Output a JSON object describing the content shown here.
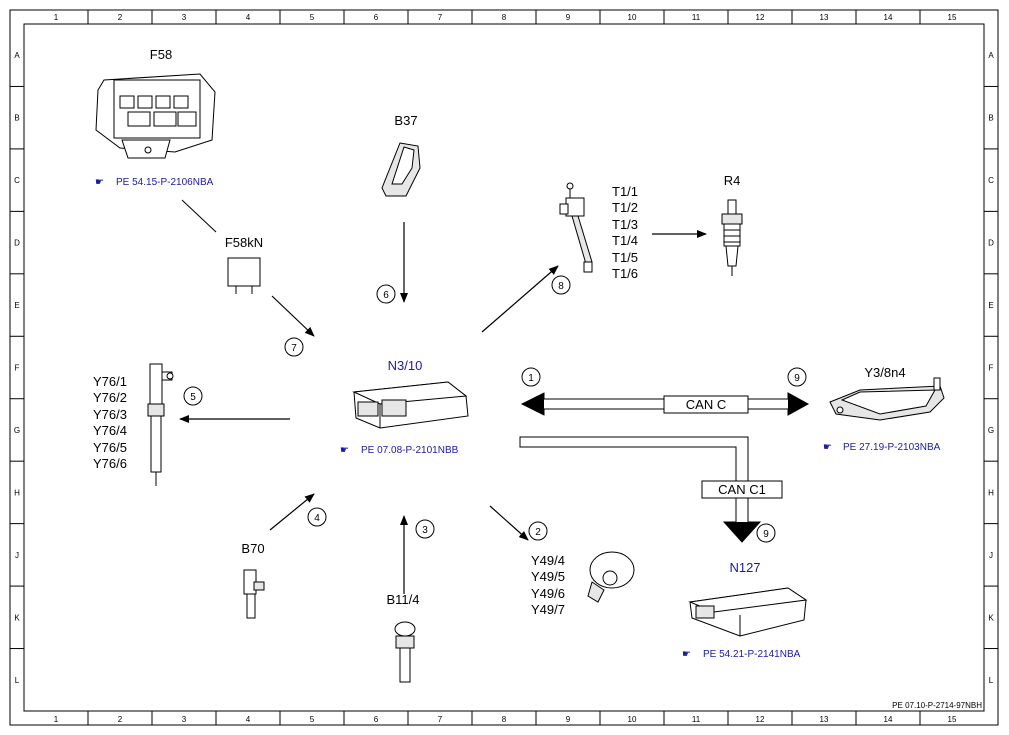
{
  "grid": {
    "columns": [
      "1",
      "2",
      "3",
      "4",
      "5",
      "6",
      "7",
      "8",
      "9",
      "10",
      "11",
      "12",
      "13",
      "14",
      "15"
    ],
    "rows": [
      "A",
      "B",
      "C",
      "D",
      "E",
      "F",
      "G",
      "H",
      "J",
      "K",
      "L"
    ]
  },
  "components": {
    "f58": {
      "label": "F58",
      "ref": "PE 54.15-P-2106NBA"
    },
    "f58kn": {
      "label": "F58kN"
    },
    "b37": {
      "label": "B37"
    },
    "t1": {
      "labels": [
        "T1/1",
        "T1/2",
        "T1/3",
        "T1/4",
        "T1/5",
        "T1/6"
      ]
    },
    "r4": {
      "label": "R4"
    },
    "n310": {
      "label": "N3/10",
      "ref": "PE 07.08-P-2101NBB"
    },
    "y76": {
      "labels": [
        "Y76/1",
        "Y76/2",
        "Y76/3",
        "Y76/4",
        "Y76/5",
        "Y76/6"
      ]
    },
    "y38n4": {
      "label": "Y3/8n4",
      "ref": "PE 27.19-P-2103NBA"
    },
    "b70": {
      "label": "B70"
    },
    "b114": {
      "label": "B11/4"
    },
    "y49": {
      "labels": [
        "Y49/4",
        "Y49/5",
        "Y49/6",
        "Y49/7"
      ]
    },
    "n127": {
      "label": "N127",
      "ref": "PE 54.21-P-2141NBA"
    }
  },
  "buses": {
    "can_c": "CAN C",
    "can_c1": "CAN C1"
  },
  "callouts": [
    "1",
    "2",
    "3",
    "4",
    "5",
    "6",
    "7",
    "8",
    "9",
    "9"
  ],
  "footer": "PE 07.10-P-2714-97NBH",
  "colors": {
    "reference_text": "#1a1aa8",
    "label_blue": "#1a1aa8"
  }
}
